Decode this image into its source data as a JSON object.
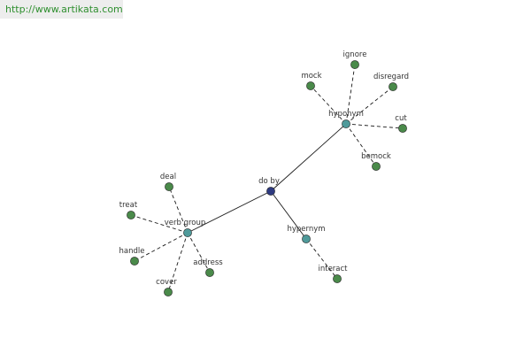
{
  "site_url": "http://www.artikata.com",
  "colors": {
    "root_node": "#2e3a80",
    "relation_node": "#4f9a9a",
    "leaf_node": "#4a8a4a",
    "node_stroke": "#2a2a2a",
    "edge": "#1a1a1a"
  },
  "graph": {
    "root": {
      "label": "do by"
    },
    "relations": [
      {
        "label": "hyponym",
        "words": [
          "ignore",
          "mock",
          "disregard",
          "cut",
          "bemock"
        ]
      },
      {
        "label": "verb group",
        "words": [
          "deal",
          "treat",
          "handle",
          "cover",
          "address"
        ]
      },
      {
        "label": "hypernym",
        "words": [
          "interact"
        ]
      }
    ]
  }
}
